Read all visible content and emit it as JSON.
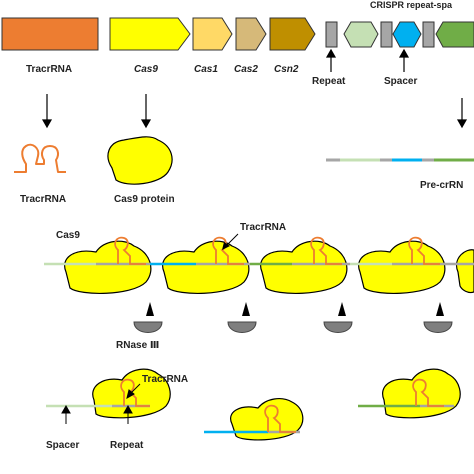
{
  "header": {
    "title": "CRISPR repeat-spa"
  },
  "genes": {
    "tracrrna": "TracrRNA",
    "cas9": "Cas9",
    "cas1": "Cas1",
    "cas2": "Cas2",
    "csn2": "Csn2",
    "repeat": "Repeat",
    "spacer": "Spacer"
  },
  "products": {
    "tracrrna": "TracrRNA",
    "cas9_protein": "Cas9 protein",
    "pre_crrna": "Pre-crRN"
  },
  "processing": {
    "cas9": "Cas9",
    "tracrrna": "TracrRNA",
    "rnase": "RNase Ⅲ"
  },
  "mature": {
    "tracrrna": "TracrRNA",
    "spacer": "Spacer",
    "repeat": "Repeat"
  },
  "colors": {
    "tracrrna_gene": "#ED7D31",
    "cas9_gene": "#FFFF00",
    "cas1_gene": "#FFD966",
    "cas2_gene": "#D6B979",
    "csn2_gene": "#BF8F00",
    "repeat_box": "#A6A6A6",
    "spacer_green_light": "#C5E0B4",
    "spacer_blue": "#00B0F0",
    "spacer_green": "#70AD47",
    "protein": "#FFFF00",
    "rnase": "#7F7F7F",
    "rna_orange": "#ED7D31"
  }
}
